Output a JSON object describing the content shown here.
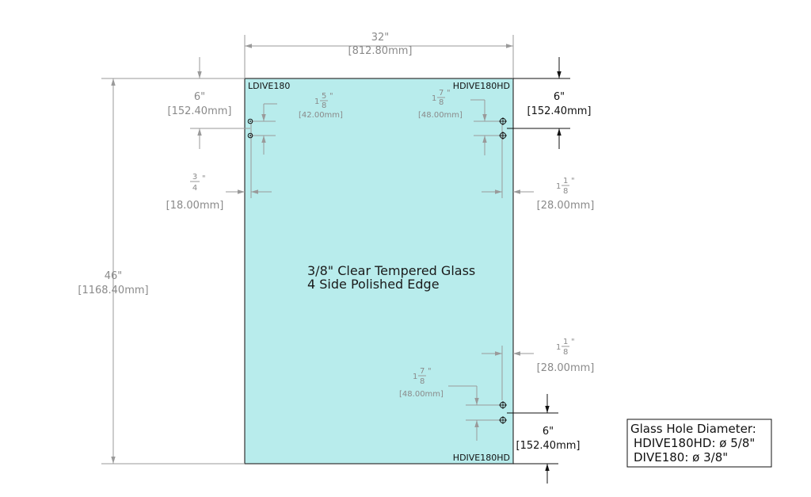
{
  "glass": {
    "fill": "#b8ecec",
    "stroke": "#333333",
    "description_line1": "3/8\" Clear Tempered Glass",
    "description_line2": "4 Side Polished Edge"
  },
  "corner_labels": {
    "top_left": "LDIVE180",
    "top_right": "HDIVE180HD",
    "bottom_right": "HDIVE180HD"
  },
  "dimensions": {
    "width": {
      "inch": "32\"",
      "mm": "[812.80mm]"
    },
    "height": {
      "inch": "46\"",
      "mm": "[1168.40mm]"
    },
    "left_top_offset": {
      "inch": "6\"",
      "mm": "[152.40mm]"
    },
    "right_top_offset": {
      "inch": "6\"",
      "mm": "[152.40mm]"
    },
    "right_bottom_offset": {
      "inch": "6\"",
      "mm": "[152.40mm]"
    },
    "left_edge": {
      "num": "3",
      "den": "4",
      "mm": "[18.00mm]"
    },
    "right_edge_top": {
      "whole": "1",
      "num": "1",
      "den": "8",
      "mm": "[28.00mm]"
    },
    "right_edge_bottom": {
      "whole": "1",
      "num": "1",
      "den": "8",
      "mm": "[28.00mm]"
    },
    "left_hole_spacing": {
      "whole": "1",
      "num": "5",
      "den": "8",
      "mm": "[42.00mm]"
    },
    "right_top_hole_spacing": {
      "whole": "1",
      "num": "7",
      "den": "8",
      "mm": "[48.00mm]"
    },
    "right_bottom_hole_spacing": {
      "whole": "1",
      "num": "7",
      "den": "8",
      "mm": "[48.00mm]"
    }
  },
  "legend": {
    "title": "Glass Hole Diameter:",
    "line1": "HDIVE180HD: ø 5/8\"",
    "line2": "DIVE180: ø 3/8\""
  }
}
